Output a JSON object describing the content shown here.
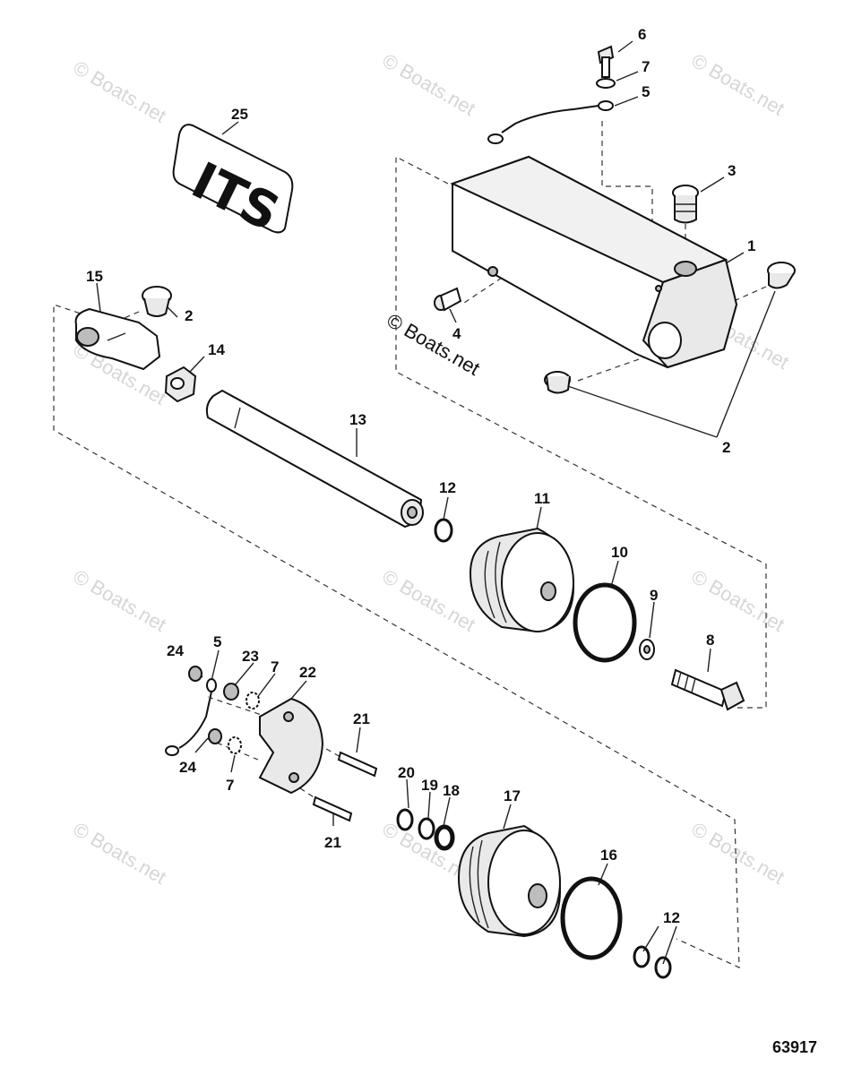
{
  "watermark": "© Boats.net",
  "badge_text": "ITS",
  "figure_number": "63917",
  "callouts": {
    "c1": "1",
    "c2a": "2",
    "c2b": "2",
    "c3": "3",
    "c4": "4",
    "c5a": "5",
    "c5b": "5",
    "c6": "6",
    "c7a": "7",
    "c7b": "7",
    "c7c": "7",
    "c8": "8",
    "c9": "9",
    "c10": "10",
    "c11": "11",
    "c12a": "12",
    "c12b": "12",
    "c13": "13",
    "c14": "14",
    "c15": "15",
    "c16": "16",
    "c17": "17",
    "c18": "18",
    "c19": "19",
    "c20": "20",
    "c21a": "21",
    "c21b": "21",
    "c22": "22",
    "c23": "23",
    "c24a": "24",
    "c24b": "24",
    "c25": "25"
  }
}
